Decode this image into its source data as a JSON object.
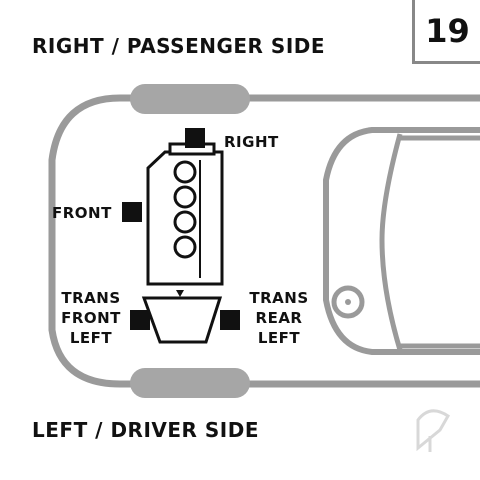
{
  "header": {
    "side_top": "RIGHT / PASSENGER SIDE",
    "page_number": "19"
  },
  "footer": {
    "side_bottom": "LEFT / DRIVER SIDE"
  },
  "mounts": {
    "right": "RIGHT",
    "front": "FRONT",
    "trans_front_left": [
      "TRANS",
      "FRONT",
      "LEFT"
    ],
    "trans_rear_left": [
      "TRANS",
      "REAR",
      "LEFT"
    ]
  },
  "colors": {
    "outline": "#9a9a9a",
    "tire": "#a6a6a6",
    "mount": "#111111",
    "text": "#111111"
  }
}
